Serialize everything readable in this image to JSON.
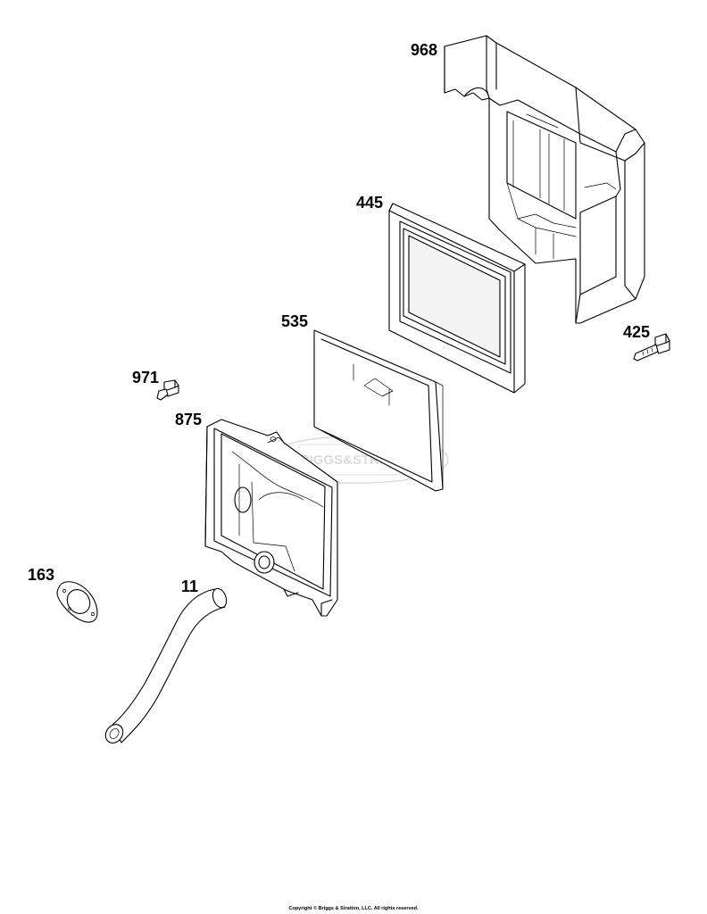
{
  "parts": [
    {
      "id": "part-968",
      "number": "968"
    },
    {
      "id": "part-445",
      "number": "445"
    },
    {
      "id": "part-535",
      "number": "535"
    },
    {
      "id": "part-425",
      "number": "425"
    },
    {
      "id": "part-971",
      "number": "971"
    },
    {
      "id": "part-875",
      "number": "875"
    },
    {
      "id": "part-163",
      "number": "163"
    },
    {
      "id": "part-11",
      "number": "11"
    }
  ],
  "watermark": {
    "text": "BRIGGS&STRATTON"
  },
  "footer": {
    "copyright": "Copyright © Briggs & Stratton, LLC. All rights reserved."
  }
}
